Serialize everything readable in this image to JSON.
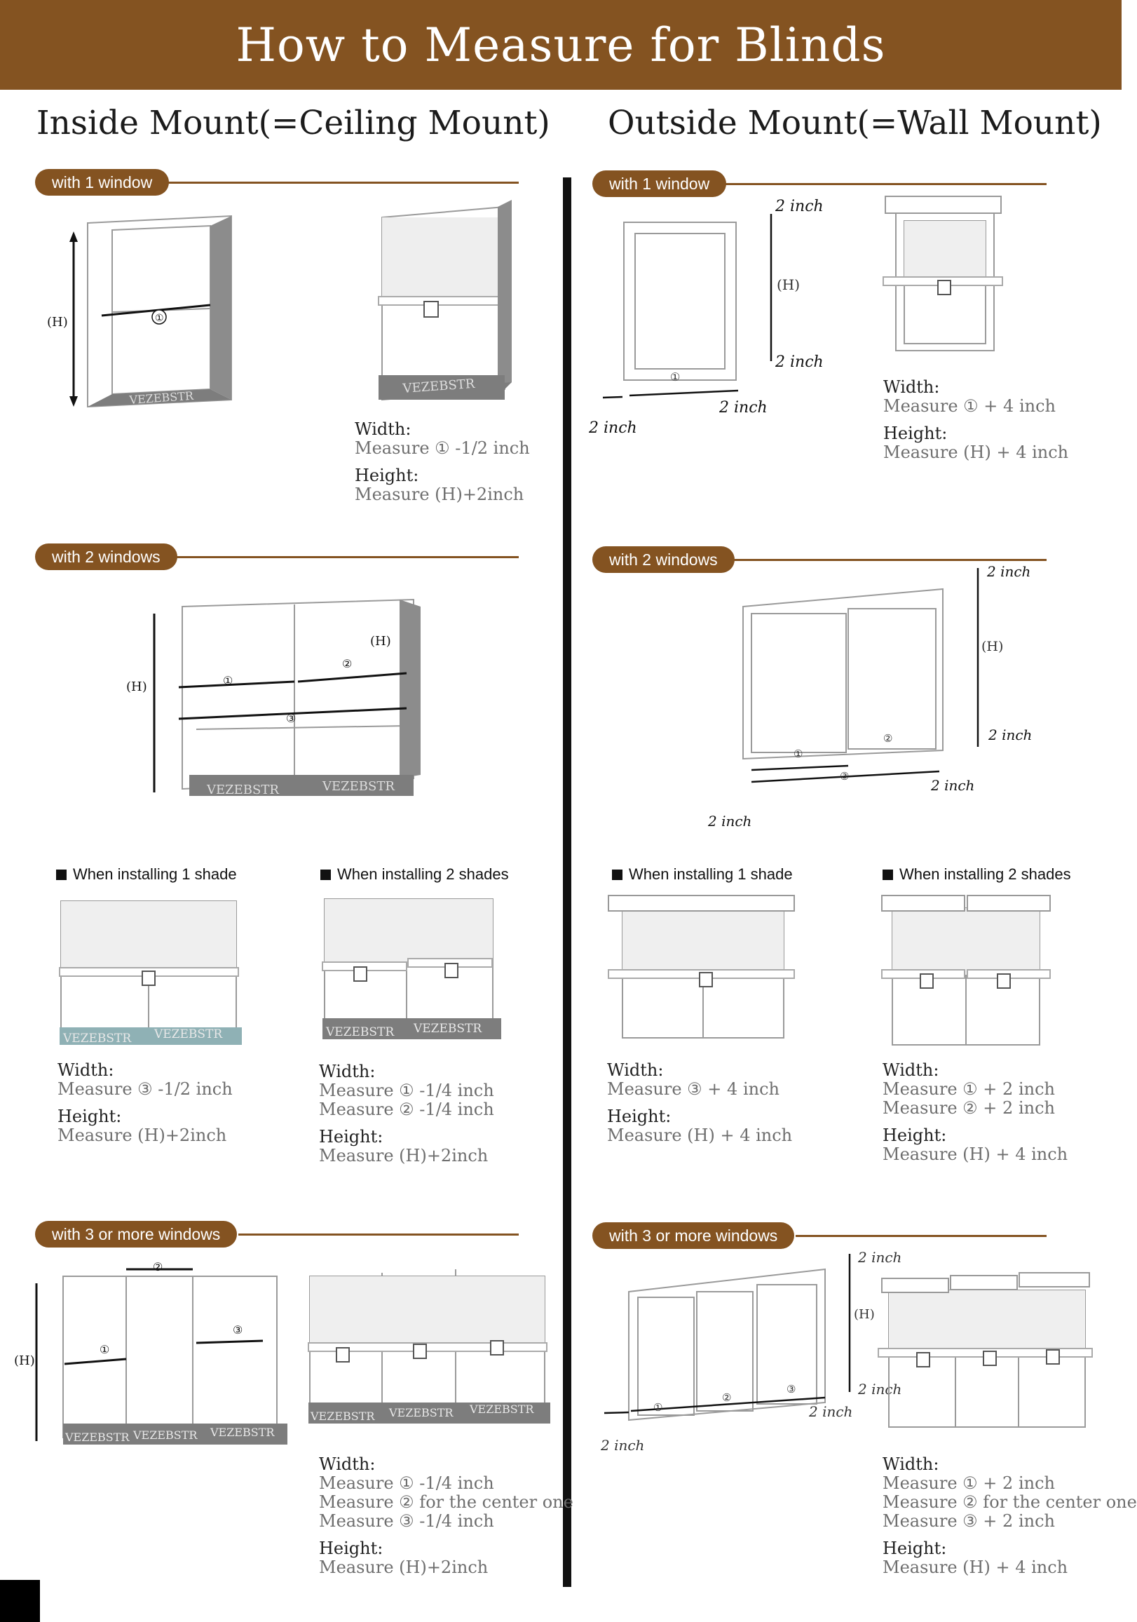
{
  "header": {
    "title": "How to Measure for Blinds"
  },
  "columns": {
    "inside": {
      "title": "Inside Mount(=Ceiling Mount)"
    },
    "outside": {
      "title": "Outside Mount(=Wall Mount)"
    }
  },
  "sections": {
    "in1": {
      "label": "with 1 window"
    },
    "in2": {
      "label": "with 2 windows"
    },
    "in3": {
      "label": "with 3 or more windows"
    },
    "out1": {
      "label": "with 1 window"
    },
    "out2": {
      "label": "with 2 windows"
    },
    "out3": {
      "label": "with 3 or more windows"
    }
  },
  "install": {
    "one_shade": "When installing 1 shade",
    "two_shades": "When installing 2 shades"
  },
  "labels": {
    "width": "Width:",
    "height": "Height:",
    "h_marker": "(H)",
    "two_inch": "2 inch",
    "brand": "VEZEBSTR",
    "c1": "①",
    "c2": "②",
    "c3": "③"
  },
  "specs": {
    "in1": {
      "width": [
        "Measure ① -1/2 inch"
      ],
      "height": "Measure (H)+2inch"
    },
    "in2_one": {
      "width": [
        "Measure ③ -1/2 inch"
      ],
      "height": "Measure (H)+2inch"
    },
    "in2_two": {
      "width": [
        "Measure ① -1/4 inch",
        "Measure ② -1/4 inch"
      ],
      "height": "Measure (H)+2inch"
    },
    "in3": {
      "width": [
        "Measure ① -1/4 inch",
        "Measure ② for the center one",
        "Measure ③ -1/4 inch"
      ],
      "height": "Measure (H)+2inch"
    },
    "out1": {
      "width": [
        "Measure ① + 4 inch"
      ],
      "height": "Measure (H) + 4 inch"
    },
    "out2_one": {
      "width": [
        "Measure ③ + 4 inch"
      ],
      "height": "Measure (H) + 4 inch"
    },
    "out2_two": {
      "width": [
        "Measure ① + 2 inch",
        "Measure ② + 2 inch"
      ],
      "height": "Measure (H) + 4 inch"
    },
    "out3": {
      "width": [
        "Measure ① + 2 inch",
        "Measure ② for the center one",
        "Measure ③ + 2 inch"
      ],
      "height": "Measure (H) + 4 inch"
    }
  },
  "colors": {
    "brand_brown": "#845321",
    "divider": "#111111",
    "sill": "#7d7d7d",
    "sill_blue": "#8fb1b5"
  }
}
